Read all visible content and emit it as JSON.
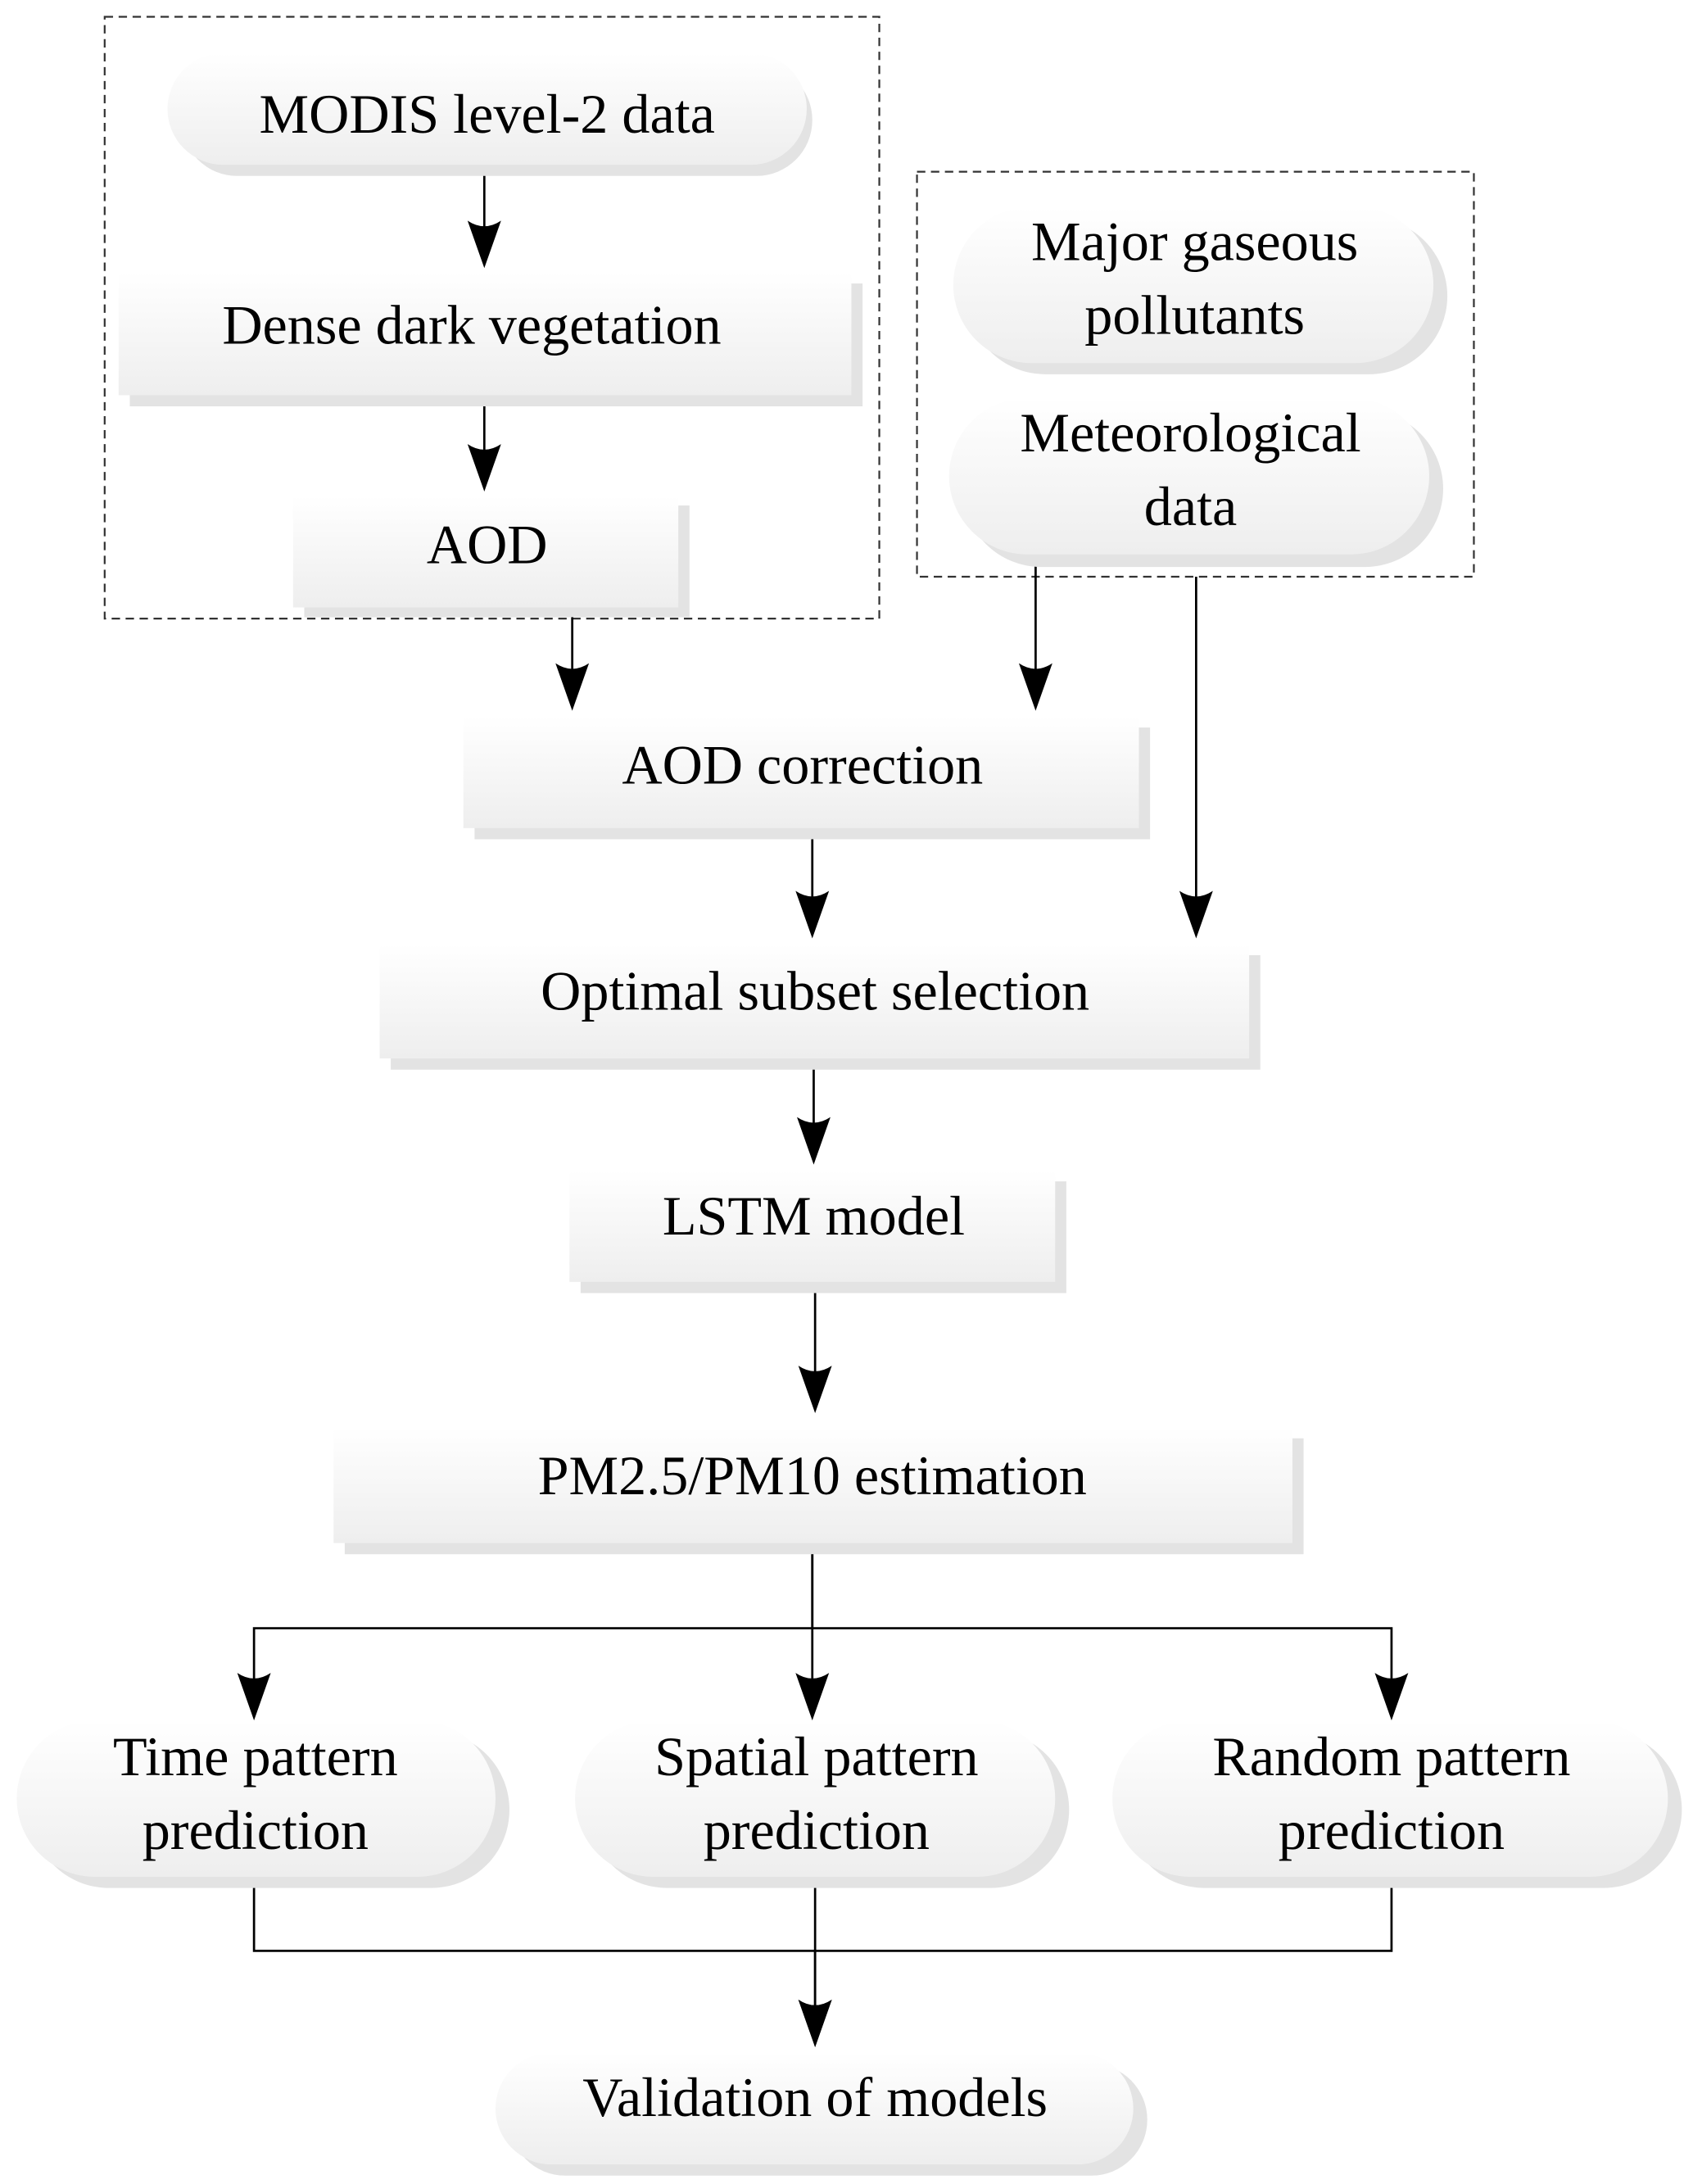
{
  "diagram": {
    "groups": [
      {
        "id": "remote-sensing-group",
        "members": [
          "modis",
          "ddv",
          "aod"
        ]
      },
      {
        "id": "auxiliary-data-group",
        "members": [
          "gas",
          "met"
        ]
      }
    ],
    "nodes": {
      "modis": {
        "shape": "pill",
        "lines": [
          "MODIS level-2 data"
        ]
      },
      "ddv": {
        "shape": "rect",
        "lines": [
          "Dense dark vegetation"
        ]
      },
      "aod": {
        "shape": "rect",
        "lines": [
          "AOD"
        ]
      },
      "gas": {
        "shape": "pill",
        "lines": [
          "Major gaseous",
          "pollutants"
        ]
      },
      "met": {
        "shape": "pill",
        "lines": [
          "Meteorological",
          "data"
        ]
      },
      "aodcorr": {
        "shape": "rect",
        "lines": [
          "AOD correction"
        ]
      },
      "optimal": {
        "shape": "rect",
        "lines": [
          "Optimal subset selection"
        ]
      },
      "lstm": {
        "shape": "rect",
        "lines": [
          "LSTM model"
        ]
      },
      "pm": {
        "shape": "rect",
        "lines": [
          "PM2.5/PM10 estimation"
        ]
      },
      "time": {
        "shape": "pill",
        "lines": [
          "Time pattern",
          "prediction"
        ]
      },
      "spatial": {
        "shape": "pill",
        "lines": [
          "Spatial pattern",
          "prediction"
        ]
      },
      "random": {
        "shape": "pill",
        "lines": [
          "Random pattern",
          "prediction"
        ]
      },
      "validation": {
        "shape": "pill",
        "lines": [
          "Validation of models"
        ]
      }
    },
    "edges": [
      {
        "from": "modis",
        "to": "ddv"
      },
      {
        "from": "ddv",
        "to": "aod"
      },
      {
        "from": "aod",
        "to": "aodcorr"
      },
      {
        "from": "met",
        "to": "aodcorr"
      },
      {
        "from": "auxiliary-data-group",
        "to": "optimal"
      },
      {
        "from": "aodcorr",
        "to": "optimal"
      },
      {
        "from": "optimal",
        "to": "lstm"
      },
      {
        "from": "lstm",
        "to": "pm"
      },
      {
        "from": "pm",
        "to": "time"
      },
      {
        "from": "pm",
        "to": "spatial"
      },
      {
        "from": "pm",
        "to": "random"
      },
      {
        "from": "time",
        "to": "validation"
      },
      {
        "from": "spatial",
        "to": "validation"
      },
      {
        "from": "random",
        "to": "validation"
      }
    ],
    "colors": {
      "node_fill_top": "#ffffff",
      "node_fill_bottom": "#eeeeee",
      "shadow": "#e3e3e3",
      "line": "#000000",
      "group_border": "#333333"
    }
  }
}
